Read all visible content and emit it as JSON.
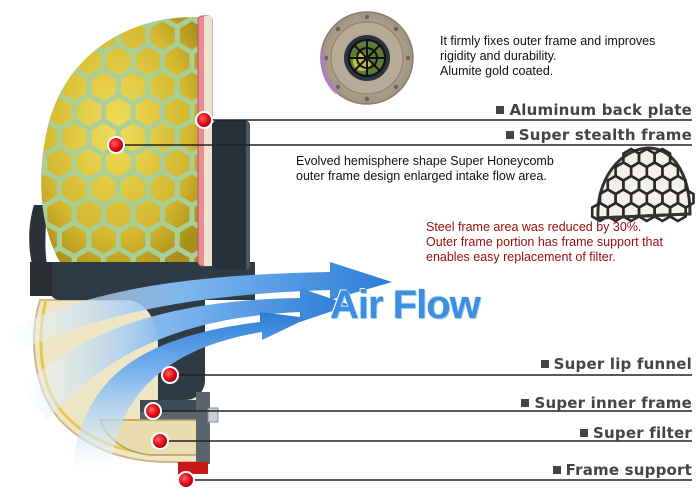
{
  "callouts": [
    {
      "id": "aluminum-back-plate",
      "label": "Aluminum back plate"
    },
    {
      "id": "super-stealth-frame",
      "label": "Super stealth frame"
    },
    {
      "id": "super-lip-funnel",
      "label": "Super lip funnel"
    },
    {
      "id": "super-inner-frame",
      "label": "Super inner frame"
    },
    {
      "id": "super-filter",
      "label": "Super filter"
    },
    {
      "id": "frame-support",
      "label": "Frame support"
    }
  ],
  "descriptions": {
    "back_plate": [
      "It firmly fixes outer frame and improves",
      "rigidity and durability.",
      "Alumite gold coated."
    ],
    "stealth_frame": [
      "Evolved hemisphere shape Super Honeycomb",
      "outer frame design enlarged intake flow area."
    ],
    "steel_frame": [
      "Steel frame area was reduced by 30%.",
      "Outer frame portion has frame support that",
      "enables easy replacement of filter."
    ]
  },
  "airflow_label": "Air Flow",
  "colors": {
    "filter_gold": "#d8c23a",
    "honeycomb_line": "#a9cf96",
    "frame_dark": "#2e3a44",
    "marker_red": "#e8101c",
    "airflow_blue": "#3c8ee0",
    "desc_red": "#9b0d0d",
    "leader_line": "#222222"
  }
}
